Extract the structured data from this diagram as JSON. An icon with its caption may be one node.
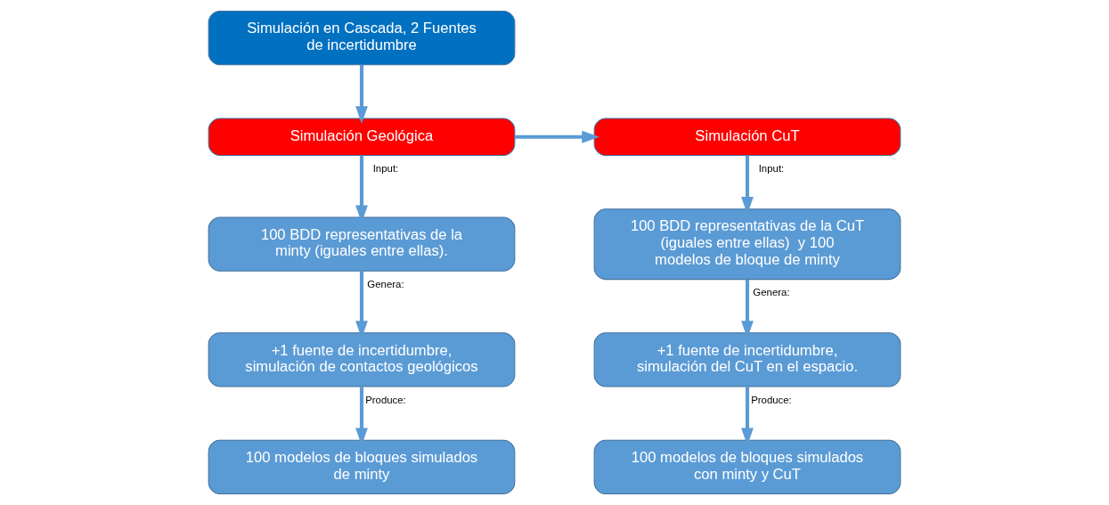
{
  "diagram": {
    "nodes": [
      {
        "text": [
          "Simulación en Cascada, 2 Fuentes de incertidumbre"
        ]
      },
      {
        "text": [
          "Simulación Geológica"
        ]
      },
      {
        "text": [
          "100 BDD representativas de la minty (iguales entre ellas)."
        ]
      },
      {
        "text": [
          "+1 fuente de incertidumbre, simulación de contactos geológicos"
        ]
      },
      {
        "text": [
          "100 modelos de bloques simulados de minty"
        ]
      },
      {
        "text": [
          "Simulación CuT"
        ]
      },
      {
        "text": [
          "100 BDD representativas de la CuT (iguales entre ellas)  y 100 modelos de bloque de minty"
        ]
      },
      {
        "text": [
          "+1 fuente de incertidumbre, simulación del CuT en el espacio."
        ]
      },
      {
        "text": [
          "100 modelos de bloques simulados con minty y CuT"
        ]
      }
    ],
    "edges": [
      {
        "from": 0,
        "to": 1,
        "arrow": "to"
      },
      {
        "from": 1,
        "to": 2,
        "arrow": "to",
        "label": "Input:"
      },
      {
        "from": 2,
        "to": 3,
        "arrow": "to",
        "label": "Genera:"
      },
      {
        "from": 3,
        "to": 4,
        "arrow": "to",
        "label": "Produce:"
      },
      {
        "from": 1,
        "to": 5,
        "arrow": "to"
      },
      {
        "from": 5,
        "to": 6,
        "arrow": "to",
        "label": "Input:"
      },
      {
        "from": 6,
        "to": 7,
        "arrow": "to",
        "label": "Genera:"
      },
      {
        "from": 7,
        "to": 8,
        "arrow": "to",
        "label": "Produce:"
      }
    ]
  }
}
